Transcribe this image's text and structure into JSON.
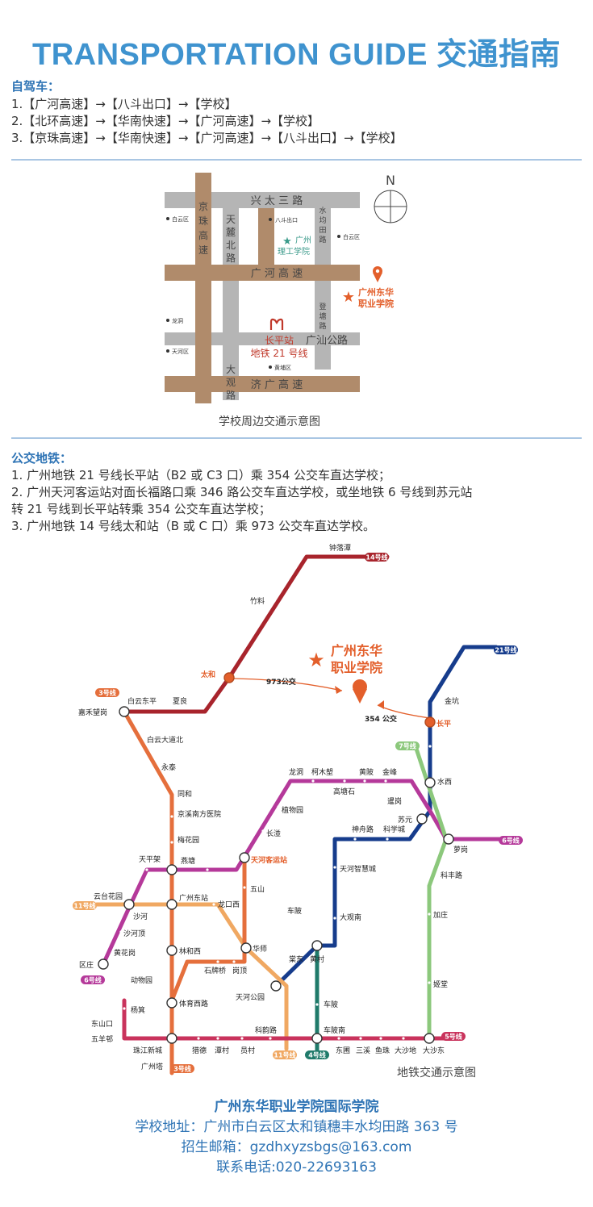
{
  "title": "TRANSPORTATION GUIDE 交通指南",
  "drive": {
    "heading": "自驾车：",
    "routes": [
      "1.【广河高速】→【八斗出口】→【学校】",
      "2.【北环高速】→【华南快速】→【广河高速】→【学校】",
      "3.【京珠高速】→【华南快速】→【广河高速】→【八斗出口】→【学校】"
    ]
  },
  "area_map": {
    "caption": "学校周边交通示意图",
    "north": "N",
    "roads": {
      "xingtai": "兴 太 三 路",
      "guanghe": "广 河 高 速",
      "jiguang": "济 广 高 速",
      "guangshan": "广汕公路",
      "jingzhu": [
        "京",
        "珠",
        "高",
        "速"
      ],
      "tianlu": [
        "天",
        "麓",
        "北",
        "路"
      ],
      "shuijun": [
        "水",
        "均",
        "田",
        "路"
      ],
      "dengtang": [
        "登",
        "塘",
        "路"
      ],
      "daguan": [
        "大",
        "观",
        "路"
      ]
    },
    "places": {
      "baiyun": "白云区",
      "badou": "八斗出口",
      "baiyun2": "白云区",
      "longdong": "龙洞",
      "tianhe": "天河区",
      "huangpu": "黄埔区"
    },
    "ligong": [
      "广州",
      "理工学院"
    ],
    "school": [
      "广州东华",
      "职业学院"
    ],
    "station": [
      "长平站",
      "地铁 21 号线"
    ]
  },
  "transit": {
    "heading": "公交地铁：",
    "lines": [
      "1. 广州地铁 21 号线长平站（B2 或 C3 口）乘 354 公交车直达学校；",
      "2. 广州天河客运站对面长福路口乘 346 路公交车直达学校，或坐地铁 6 号线到苏元站",
      "转 21 号线到长平站转乘 354 公交车直达学校；",
      "3. 广州地铁 14 号线太和站（B 或 C 口）乘 973 公交车直达学校。"
    ]
  },
  "metro_map": {
    "caption": "地铁交通示意图",
    "school": [
      "广州东华",
      "职业学院"
    ],
    "bus_973": "973公交",
    "bus_354": "354 公交",
    "colors": {
      "l14": "#a8242c",
      "l3": "#e56f3c",
      "l21": "#163c8c",
      "l6": "#b5399a",
      "l7": "#8cc87c",
      "l11": "#f0a862",
      "l5": "#c9335c",
      "l4": "#1f7a6a",
      "school": "#e35f2b"
    },
    "line_badges": {
      "l14": "14号线",
      "l21": "21号线",
      "l3a": "3号线",
      "l3b": "3号线",
      "l7": "7号线",
      "l6a": "6号线",
      "l6b": "6号线",
      "l11a": "11号线",
      "l11b": "11号线",
      "l5": "5号线",
      "l4": "4号线"
    },
    "stations": {
      "zhongluotan": "钟落潭",
      "zhuliao": "竹料",
      "taihe": "太和",
      "baiyundongping": "白云东平",
      "xialiang": "夏良",
      "jiahewanggang": "嘉禾望岗",
      "baiyundadaobei": "白云大道北",
      "yongtai": "永泰",
      "tonghe": "同和",
      "jingxi": "京溪南方医院",
      "meihuayuan": "梅花园",
      "tianpingjia": "天平架",
      "yantang": "燕塘",
      "tianhekeyun": "天河客运站",
      "changban": "长湴",
      "zhiwuyuan": "植物园",
      "longdong": "龙洞",
      "kemulang": "柯木塱",
      "gaotangshi": "高塘石",
      "huangpi": "黄陂",
      "jinfeng": "金峰",
      "jinkeng": "金坑",
      "changping": "长平",
      "shuixi": "水西",
      "xiayong": "暹岗",
      "suyuan": "苏元",
      "luogang": "萝岗",
      "kefenglu": "科丰路",
      "shenzhoulu": "神舟路",
      "kexuecheng": "科学城",
      "tianhezhihui": "天河智慧城",
      "daguannan": "大观南",
      "chebei": "车陂",
      "wushan": "五山",
      "guangzhoudongzhan": "广州东站",
      "longkouxi": "龙口西",
      "yuntaihuayuan": "云台花园",
      "shahe": "沙河",
      "shaheding": "沙河顶",
      "huanghuagang": "黄花岗",
      "quzhuang": "区庄",
      "dongwuyuan": "动物园",
      "yangji": "杨箕",
      "dongshankou": "东山口",
      "wuyangci": "五羊邨",
      "linhexi": "林和西",
      "tiyuxilu": "体育西路",
      "shipaiqiao": "石牌桥",
      "gangding": "岗顶",
      "huashi": "华师",
      "tianhegongyuan": "天河公园",
      "tangdong": "棠东",
      "huangcun": "黄村",
      "chebei2": "车陂",
      "chebeinan": "车陂南",
      "zhujiangxincheng": "珠江新城",
      "guangzhouta": "广州塔",
      "liede": "猎德",
      "tancun": "潭村",
      "yuancun": "员村",
      "keyunlu": "科韵路",
      "dongpu": "东圃",
      "sanxi": "三溪",
      "yuzhu": "鱼珠",
      "dashadi": "大沙地",
      "dashadong": "大沙东",
      "kezhuang": "加庄",
      "jitang": "姬堂"
    }
  },
  "footer": {
    "name": "广州东华职业学院国际学院",
    "address": "学校地址：广州市白云区太和镇穗丰水均田路 363 号",
    "email": "招生邮箱：gzdhxyzsbgs@163.com",
    "phone": "联系电话:020-22693163"
  }
}
